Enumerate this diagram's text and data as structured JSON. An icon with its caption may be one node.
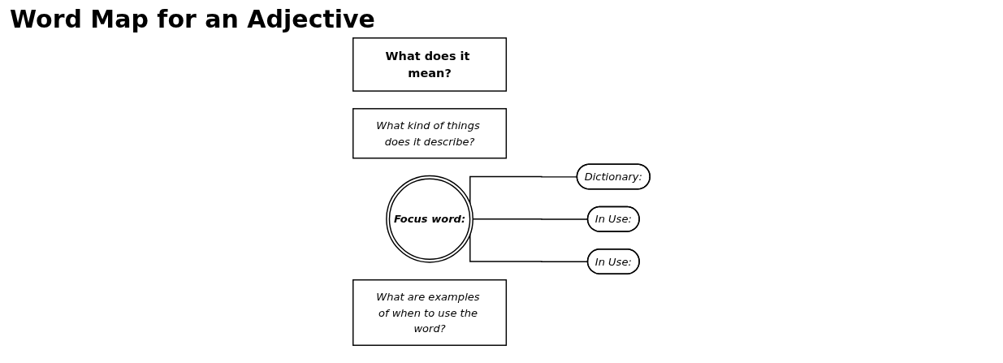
{
  "diagram": {
    "title": "Word Map for an Adjective",
    "nodes": [
      {
        "text": [
          "What does it mean?"
        ]
      },
      {
        "text": [
          "What kind of things does it describe?"
        ]
      },
      {
        "text": [
          "Dictionary:"
        ]
      },
      {
        "text": [
          "Focus word:"
        ]
      },
      {
        "text": [
          "In Use:"
        ]
      },
      {
        "text": [
          "In Use:"
        ]
      },
      {
        "text": [
          "What are examples of when to use the word?"
        ]
      }
    ],
    "edges": [
      {
        "from": 3,
        "to": 2,
        "arrow": "none"
      },
      {
        "from": 3,
        "to": 4,
        "arrow": "none"
      },
      {
        "from": 3,
        "to": 5,
        "arrow": "none"
      }
    ]
  }
}
